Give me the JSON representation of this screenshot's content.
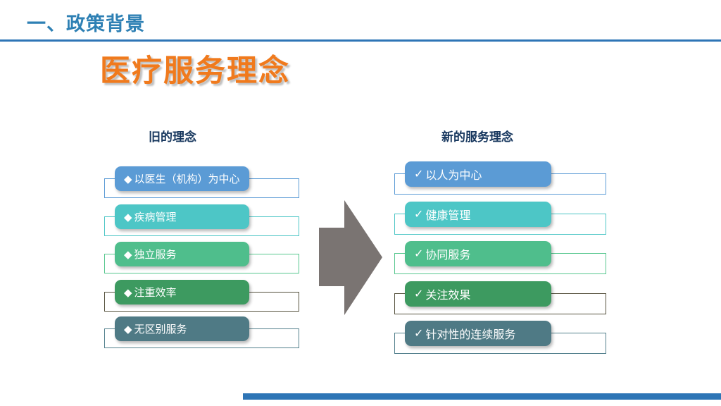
{
  "header": {
    "section_title": "一、政策背景"
  },
  "slide": {
    "title": "医疗服务理念",
    "old_column": {
      "heading": "旧的理念",
      "bullet": "◆",
      "items": [
        "以医生（机构）为中心",
        "疾病管理",
        "独立服务",
        "注重效率",
        "无区别服务"
      ]
    },
    "new_column": {
      "heading": "新的服务理念",
      "bullet": "✓",
      "items": [
        "以人为中心",
        "健康管理",
        "协同服务",
        "关注效果",
        "针对性的连续服务"
      ]
    },
    "colors": {
      "row_fills": [
        "#5B9BD5",
        "#4DC6C6",
        "#4FBE8C",
        "#3D9A60",
        "#4F7A85"
      ],
      "row_outlines": [
        "#5B9BD5",
        "#4DC6C6",
        "#57C78F",
        "#56523E",
        "#53808D"
      ],
      "arrow": "#7A7472",
      "accent_line": "#2E75B6",
      "header_text": "#2E80B4",
      "title_text": "#F07A1D",
      "column_heading_text": "#17375E",
      "footer_bar": "#2E75B6"
    }
  }
}
